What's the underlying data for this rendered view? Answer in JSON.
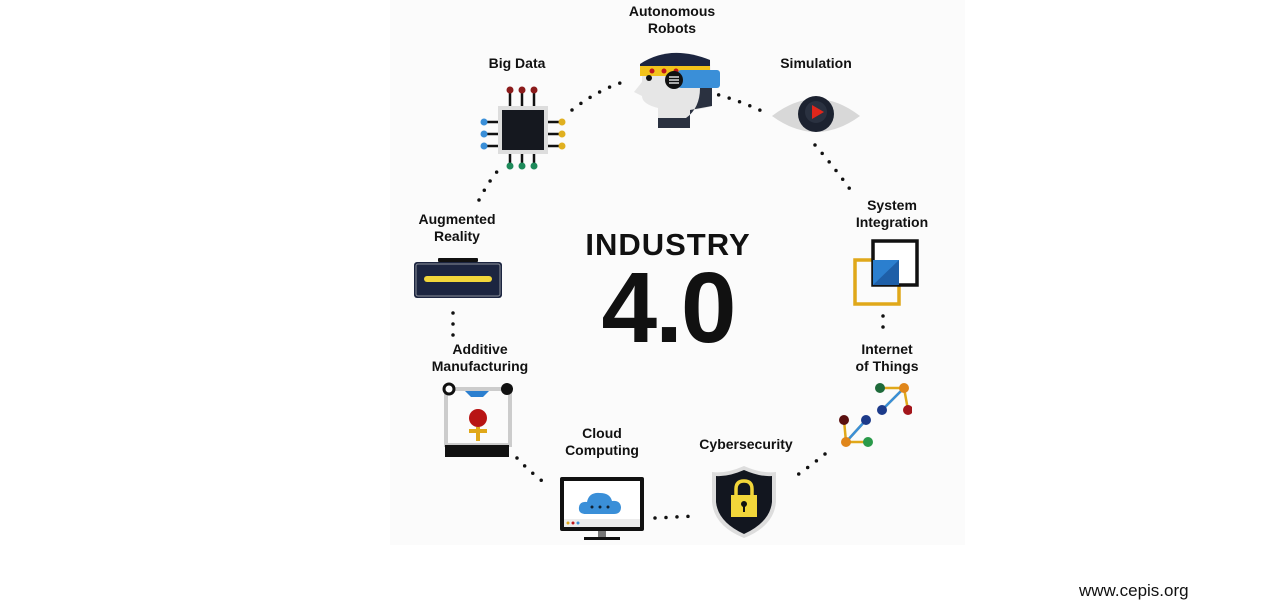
{
  "title": {
    "line1": "INDUSTRY",
    "line2": "4.0"
  },
  "nodes": {
    "autonomous_robots": {
      "line1": "Autonomous",
      "line2": "Robots",
      "icon": "robot-head-icon"
    },
    "big_data": {
      "line1": "Big Data",
      "icon": "chip-icon"
    },
    "simulation": {
      "line1": "Simulation",
      "icon": "eye-play-icon"
    },
    "system_integration": {
      "line1": "System",
      "line2": "Integration",
      "icon": "overlapping-squares-icon"
    },
    "internet_of_things": {
      "line1": "Internet",
      "line2": "of Things",
      "icon": "network-nodes-icon"
    },
    "cybersecurity": {
      "line1": "Cybersecurity",
      "icon": "shield-lock-icon"
    },
    "cloud_computing": {
      "line1": "Cloud",
      "line2": "Computing",
      "icon": "monitor-cloud-icon"
    },
    "additive_manufacturing": {
      "line1": "Additive",
      "line2": "Manufacturing",
      "icon": "3d-printer-icon"
    },
    "augmented_reality": {
      "line1": "Augmented",
      "line2": "Reality",
      "icon": "ar-headset-icon"
    }
  },
  "footer": {
    "website": "www.cepis.org"
  },
  "colors": {
    "dark": "#111111",
    "blue": "#3a8fd8",
    "yellow": "#f2c21b",
    "red": "#c0161b"
  }
}
